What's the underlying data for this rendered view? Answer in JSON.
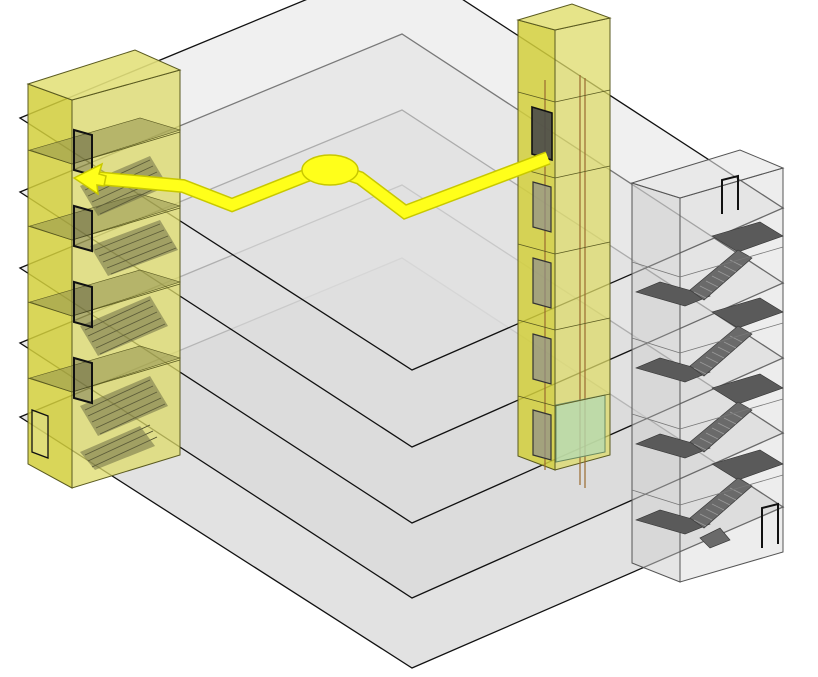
{
  "diagram": {
    "floor_count": 5,
    "colors": {
      "floor_fill": "#d4d4d4",
      "floor_stroke": "#111111",
      "yellow_shaft_fill": "#d6d24a",
      "yellow_shaft_stroke": "#5a5a20",
      "grey_shaft_fill": "#cfcfcf",
      "grey_shaft_stroke": "#555555",
      "route": "#ffff1a",
      "route_stroke": "#c8c800",
      "stairs": "#5a5a5a",
      "door": "#111111",
      "elevator_car": "#b7d9b0"
    },
    "components": [
      "floor-slab",
      "yellow-stair-core",
      "elevator-shaft",
      "grey-stair-core",
      "evacuation-route",
      "arrow-icon"
    ]
  }
}
